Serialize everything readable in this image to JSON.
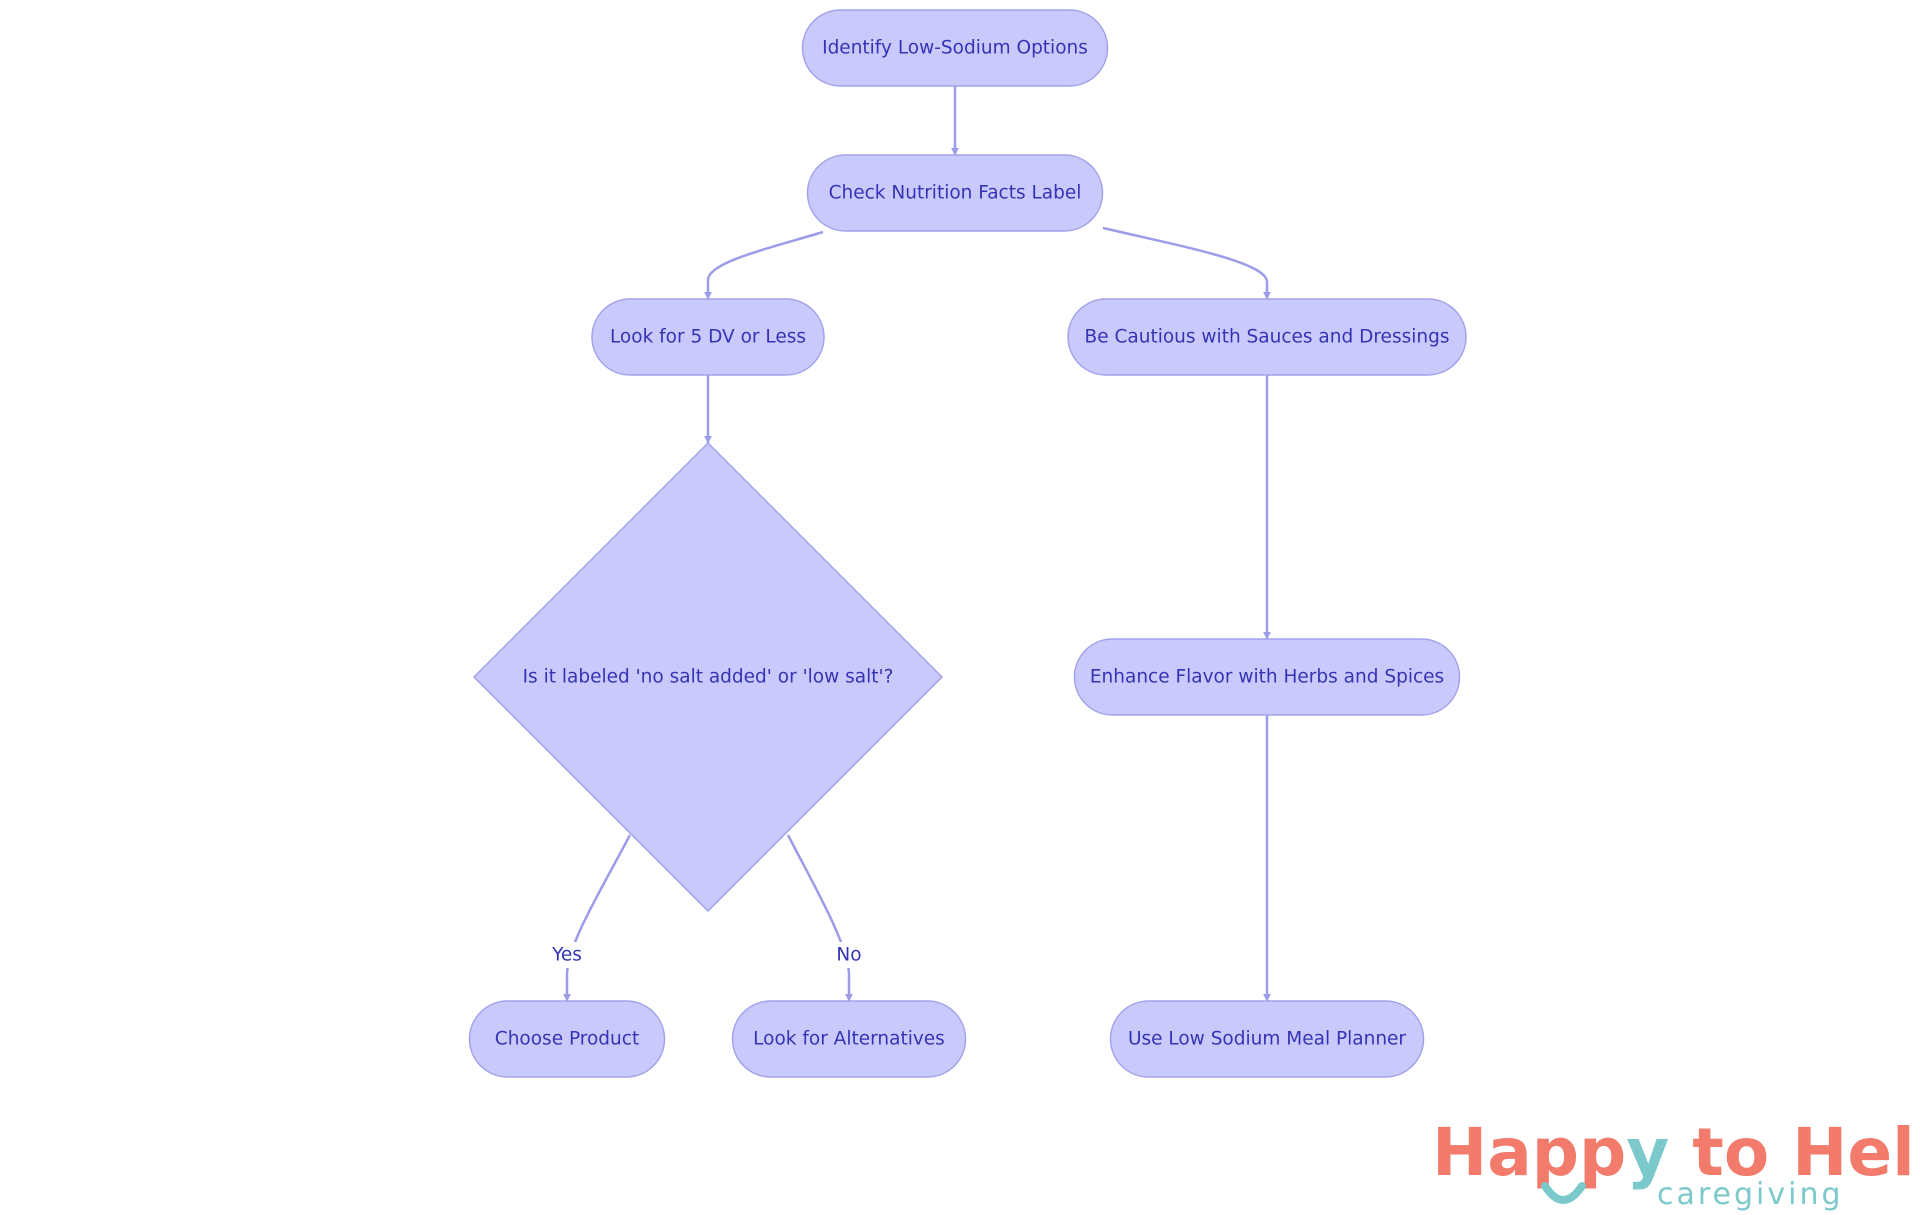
{
  "colors": {
    "node_fill": "#c9c9fc",
    "node_stroke": "#a2a2ea",
    "edge": "#9c9ce8",
    "text": "#3434b4",
    "logo_coral": "#f27b6c",
    "logo_teal": "#7cc9cc"
  },
  "nodes": [
    {
      "id": "n1",
      "shape": "rounded",
      "label": "Identify Low-Sodium Options"
    },
    {
      "id": "n2",
      "shape": "rounded",
      "label": "Check Nutrition Facts Label"
    },
    {
      "id": "n3",
      "shape": "rounded",
      "label": "Look for 5 DV or Less"
    },
    {
      "id": "n4",
      "shape": "rounded",
      "label": "Be Cautious with Sauces and Dressings"
    },
    {
      "id": "n5",
      "shape": "diamond",
      "label": "Is it labeled 'no salt added' or 'low salt'?"
    },
    {
      "id": "n6",
      "shape": "rounded",
      "label": "Enhance Flavor with Herbs and Spices"
    },
    {
      "id": "n7",
      "shape": "rounded",
      "label": "Choose Product"
    },
    {
      "id": "n8",
      "shape": "rounded",
      "label": "Look for Alternatives"
    },
    {
      "id": "n9",
      "shape": "rounded",
      "label": "Use Low Sodium Meal Planner"
    }
  ],
  "edges": [
    {
      "from": "n1",
      "to": "n2",
      "label": ""
    },
    {
      "from": "n2",
      "to": "n3",
      "label": ""
    },
    {
      "from": "n2",
      "to": "n4",
      "label": ""
    },
    {
      "from": "n3",
      "to": "n5",
      "label": ""
    },
    {
      "from": "n5",
      "to": "n7",
      "label": "Yes"
    },
    {
      "from": "n5",
      "to": "n8",
      "label": "No"
    },
    {
      "from": "n4",
      "to": "n6",
      "label": ""
    },
    {
      "from": "n6",
      "to": "n9",
      "label": ""
    }
  ],
  "logo": {
    "line1_part1": "Happ",
    "line1_part2": "y",
    "line1_part3": " to Help",
    "line2": "caregiving"
  }
}
